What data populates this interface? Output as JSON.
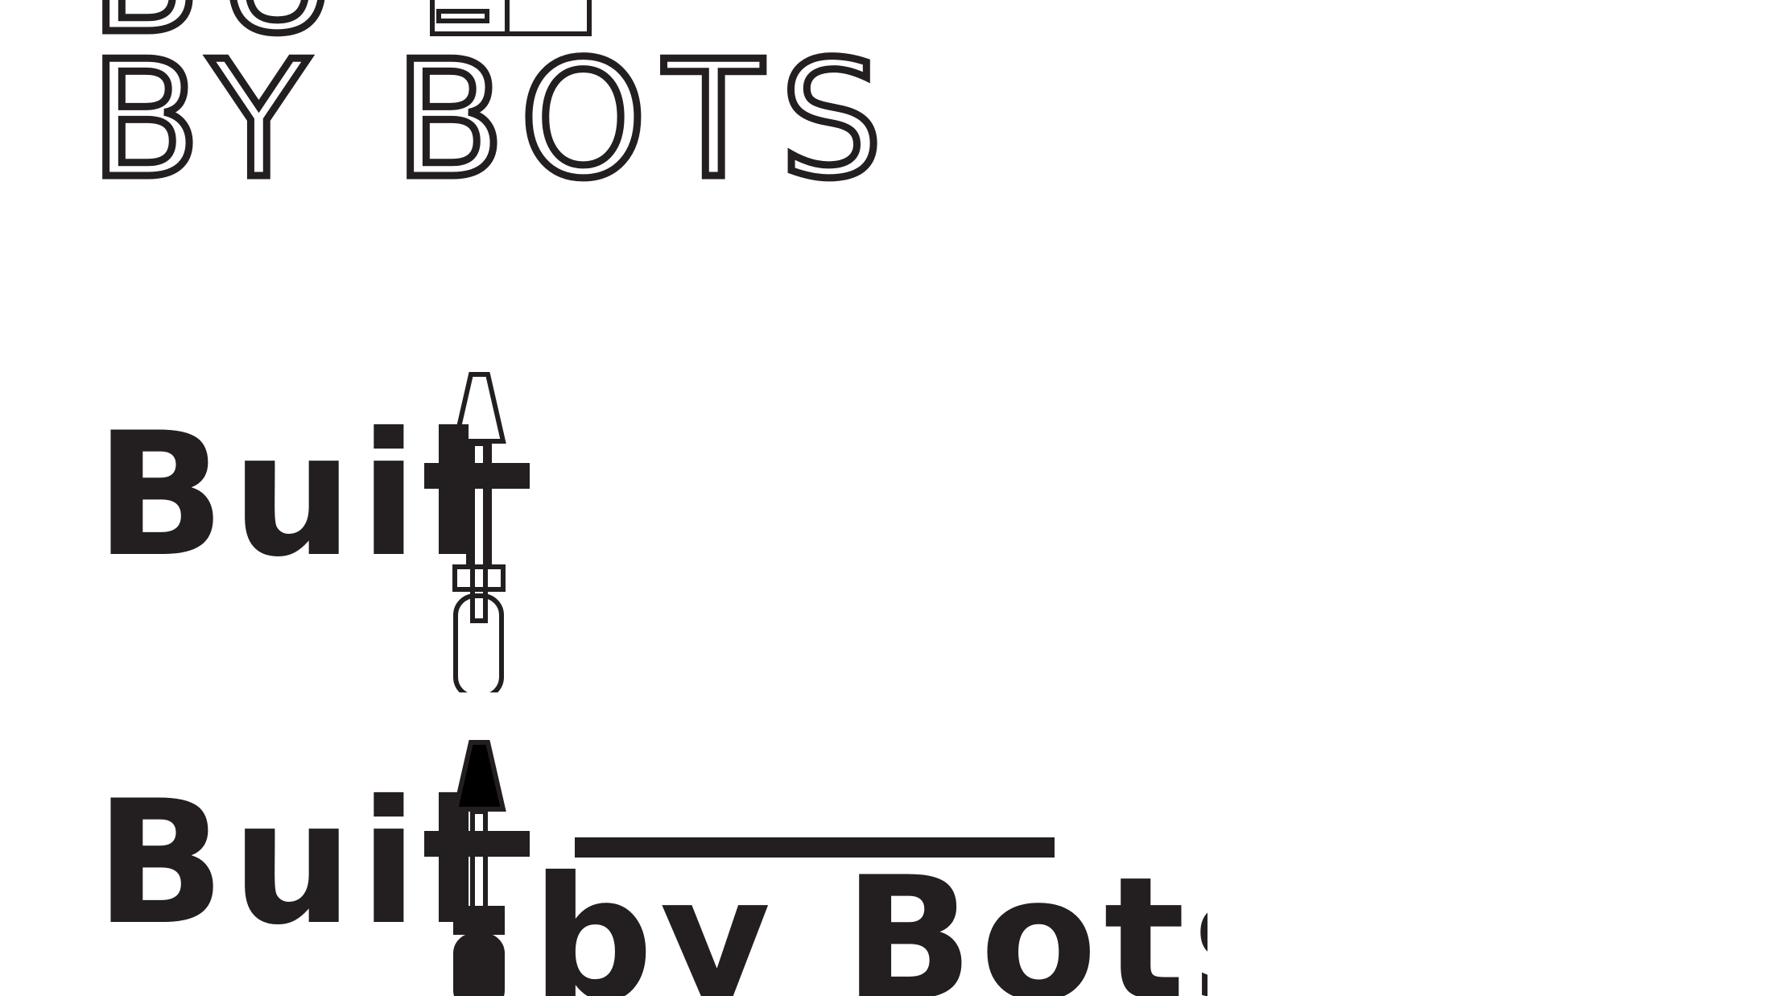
{
  "logos": {
    "top": {
      "line1_partial": "BU",
      "line2": "BY BOTS"
    },
    "middle": {
      "word": "Buil"
    },
    "bottom": {
      "word1": "Buil",
      "word2": "by Bots"
    }
  },
  "icon": "screwdriver-icon",
  "colors": {
    "ink": "#231f20",
    "background": "#ffffff"
  }
}
